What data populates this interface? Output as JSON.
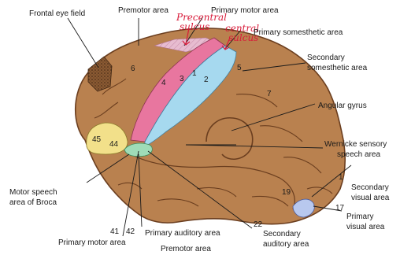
{
  "labels": {
    "frontal_eye_field": "Frontal eye field",
    "premotor_area_top": "Premotor area",
    "primary_motor_area_top": "Primary motor area",
    "primary_somesthetic_area": "Primary somesthetic area",
    "secondary_somesthetic_line1": "Secondary",
    "secondary_somesthetic_line2": "somesthetic area",
    "angular_gyrus": "Angular gyrus",
    "wernicke_line1": "Wernicke sensory",
    "wernicke_line2": "speech area",
    "secondary_visual_line1": "Secondary",
    "secondary_visual_line2": "visual area",
    "primary_visual_line1": "Primary",
    "primary_visual_line2": "visual area",
    "secondary_auditory_line1": "Secondary",
    "secondary_auditory_line2": "auditory area",
    "primary_auditory_area": "Primary auditory area",
    "motor_speech_line1": "Motor speech",
    "motor_speech_line2": "area of Broca",
    "primary_motor_area_bottom": "Primary motor area",
    "premotor_area_bottom": "Premotor area"
  },
  "area_numbers": {
    "n6": "6",
    "n4": "4",
    "n3": "3",
    "n1": "1",
    "n2": "2",
    "n5": "5",
    "n7": "7",
    "n45": "45",
    "n44": "44",
    "n19": "19",
    "n1_visual": "1",
    "n17": "17",
    "n22": "22",
    "n41": "41",
    "n42": "42"
  },
  "annotations": {
    "precentral_line1": "Precentral",
    "precentral_line2": "sulcus",
    "central_line1": "central",
    "central_line2": "sulcus"
  },
  "colors": {
    "brain": "#b9814f",
    "brain_outline": "#6b3e1f",
    "motor": "#e8769f",
    "somesthetic": "#a6d9ef",
    "broca": "#f2e08a",
    "auditory": "#9fdcb8",
    "visual": "#b8c8ee",
    "premotor_hatch": "#e7bcd0",
    "annotation": "#d81b3a"
  },
  "icons": {
    "frontal_eye_field_texture": "stipple-texture"
  }
}
